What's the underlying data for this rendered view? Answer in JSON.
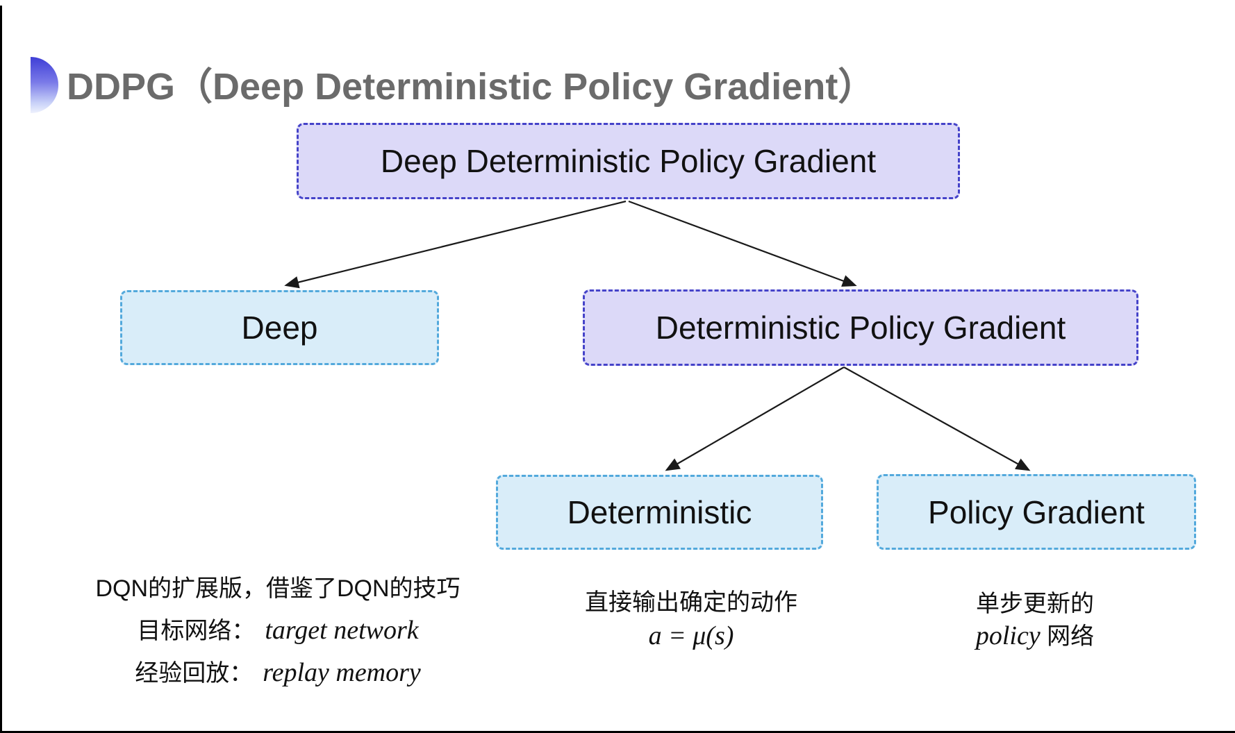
{
  "title": "DDPG（Deep Deterministic Policy Gradient）",
  "colors": {
    "purple_fill": "#dcd9f8",
    "purple_border": "#4543c9",
    "cyan_fill": "#d9edf9",
    "cyan_border": "#53a9dc",
    "arrow": "#1a1a1a",
    "title_gray": "#6b6b6b",
    "icon_top": "#3e3ed6",
    "icon_bottom": "#eef1fd"
  },
  "icon": "half-disc-bullet",
  "nodes": {
    "root": "Deep Deterministic Policy Gradient",
    "deep": "Deep",
    "dpg": "Deterministic Policy Gradient",
    "deterministic": "Deterministic",
    "policy_gradient": "Policy Gradient"
  },
  "notes": {
    "deep": {
      "line1": "DQN的扩展版，借鉴了DQN的技巧",
      "line2_label": "目标网络：",
      "line2_term": "target network",
      "line3_label": "经验回放：",
      "line3_term": "replay memory"
    },
    "deterministic": {
      "line1": "直接输出确定的动作",
      "formula": "a = μ(s)"
    },
    "policy_gradient": {
      "line1": "单步更新的",
      "term": "policy",
      "suffix": " 网络"
    }
  }
}
